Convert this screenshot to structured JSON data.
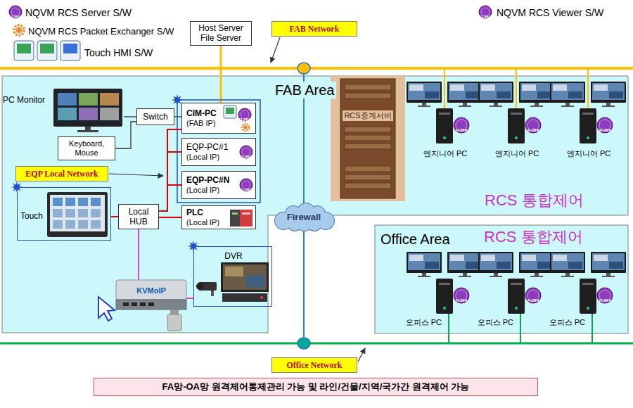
{
  "diagram": {
    "caption": "FA망-OA망 원격제어통제관리 가능 및 라인/건물/지역/국가간 원격제어 가능",
    "nodes": [
      {
        "text": [
          "Host Server File Server"
        ]
      },
      {
        "text": [
          "FAB Network"
        ]
      },
      {
        "text": [
          "FAB Area",
          "RCS 통합제어"
        ]
      },
      {
        "text": [
          "RCS중계서버"
        ],
        "in": 2
      },
      {
        "text": [
          "엔지니어 PC"
        ],
        "in": 2
      },
      {
        "text": [
          "엔지니어 PC"
        ],
        "in": 2
      },
      {
        "text": [
          "엔지니어 PC"
        ],
        "in": 2
      },
      {
        "text": [
          "PC Monitor"
        ]
      },
      {
        "text": [
          "Switch"
        ]
      },
      {
        "text": [
          "Keyboard, Mouse"
        ]
      },
      {
        "text": [
          "CIM-PC",
          "(FAB IP)"
        ]
      },
      {
        "text": [
          "EQP-PC#1",
          "(Local IP)"
        ]
      },
      {
        "text": [
          "EQP-PC#N",
          "(Local IP)"
        ]
      },
      {
        "text": [
          "EQP Local Network"
        ]
      },
      {
        "text": [
          "Touch"
        ]
      },
      {
        "text": [
          "Local HUB"
        ]
      },
      {
        "text": [
          "PLC",
          "(Local IP)"
        ]
      },
      {
        "text": [
          "Firewall"
        ]
      },
      {
        "text": [
          "DVR"
        ]
      },
      {
        "text": [
          "KVMoIP"
        ]
      },
      {
        "text": [
          "Office Area",
          "RCS 통합제어"
        ]
      },
      {
        "text": [
          "오피스 PC"
        ],
        "in": 20
      },
      {
        "text": [
          "오피스 PC"
        ],
        "in": 20
      },
      {
        "text": [
          "오피스 PC"
        ],
        "in": 20
      },
      {
        "text": [
          "Office Network"
        ]
      }
    ],
    "edges": [
      {
        "from": 9,
        "to": 8,
        "arrow": "none"
      },
      {
        "from": 7,
        "to": 8,
        "arrow": "none"
      },
      {
        "from": 8,
        "to": 10,
        "arrow": "none"
      },
      {
        "from": 15,
        "to": 10,
        "arrow": "none"
      },
      {
        "from": 15,
        "to": 11,
        "arrow": "none"
      },
      {
        "from": 15,
        "to": 12,
        "arrow": "none"
      },
      {
        "from": 15,
        "to": 16,
        "arrow": "none"
      },
      {
        "from": 14,
        "to": 15,
        "arrow": "none"
      },
      {
        "from": 15,
        "to": 19,
        "arrow": "none"
      },
      {
        "from": 19,
        "to": 18,
        "arrow": "none"
      }
    ],
    "labels": [
      "H.264",
      "H.264",
      "H.264",
      "H.264",
      "H.264",
      "H.264",
      "H.264",
      "H.264",
      "H.264",
      "H.264",
      "H.264"
    ],
    "legend": [
      {
        "text": "NQVM RCS Server S/W"
      },
      {
        "text": "NQVM RCS Packet Exchanger S/W"
      },
      {
        "text": "Touch HMI S/W"
      },
      {
        "text": "NQVM RCS Viewer S/W"
      }
    ]
  }
}
